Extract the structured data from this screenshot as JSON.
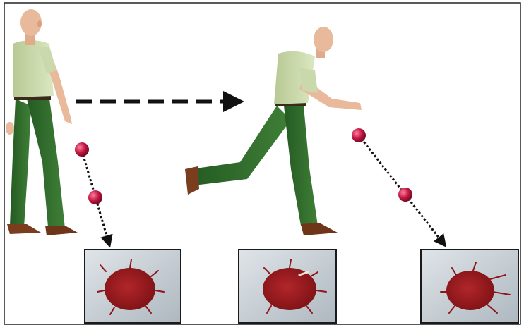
{
  "scene": {
    "figures": [
      {
        "id": "walking-man",
        "pose": "walking"
      },
      {
        "id": "running-man",
        "pose": "running"
      }
    ],
    "colors": {
      "skin": "#e8b99a",
      "shirt": "#c9d9ab",
      "pants": "#2e6b2b",
      "shoes": "#7a3e1e",
      "drop": "#c0163e",
      "stain": "#9b1a1c",
      "photo_bg": "#c9d1d8",
      "frame": "#1a1a1a"
    },
    "panels": [
      {
        "id": "stain-photo-1",
        "label": ""
      },
      {
        "id": "stain-photo-2",
        "label": ""
      },
      {
        "id": "stain-photo-3",
        "label": ""
      }
    ]
  }
}
